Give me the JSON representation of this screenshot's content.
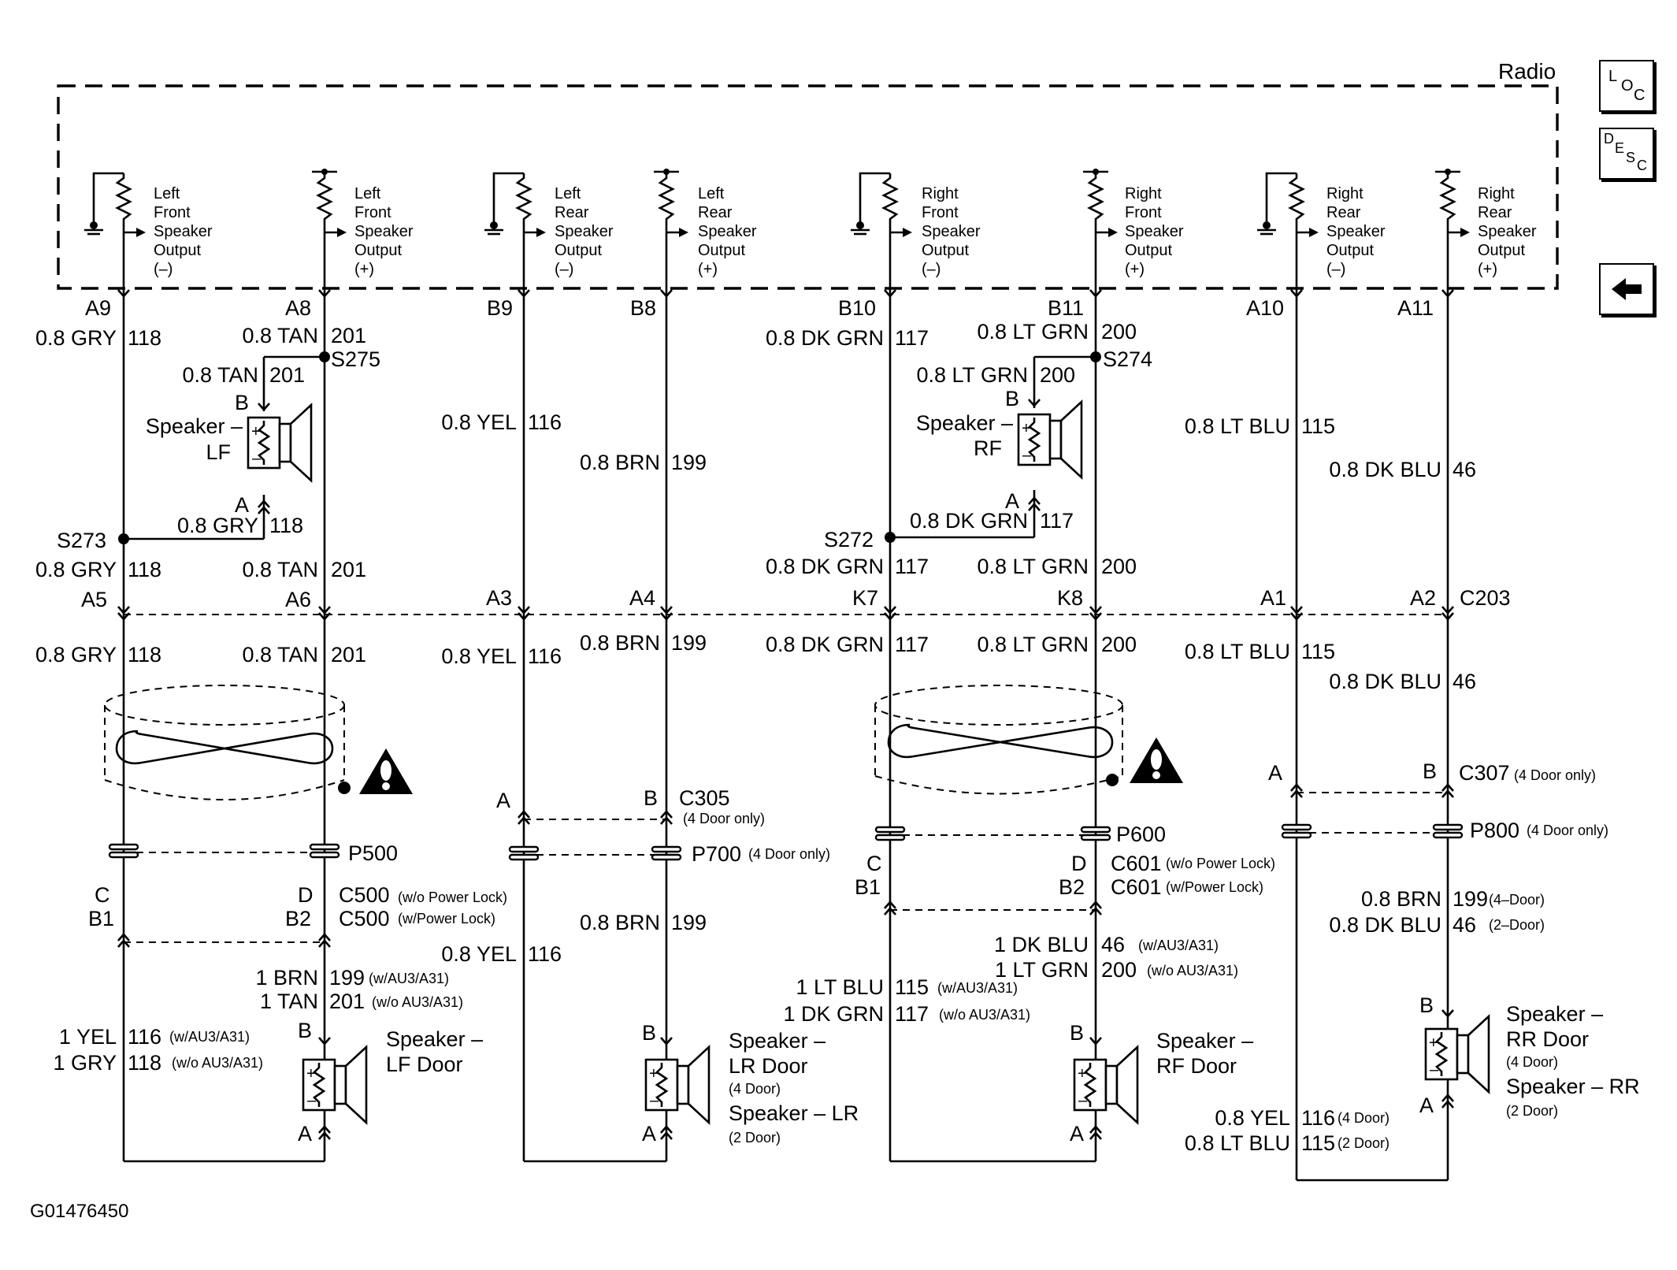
{
  "radio": {
    "title": "Radio"
  },
  "nav": {
    "loc": [
      "L",
      "O",
      "C"
    ],
    "desc": [
      "D",
      "E",
      "S",
      "C"
    ]
  },
  "outputs": [
    [
      "Left",
      "Front",
      "Speaker",
      "Output",
      "(–)"
    ],
    [
      "Left",
      "Front",
      "Speaker",
      "Output",
      "(+)"
    ],
    [
      "Left",
      "Rear",
      "Speaker",
      "Output",
      "(–)"
    ],
    [
      "Left",
      "Rear",
      "Speaker",
      "Output",
      "(+)"
    ],
    [
      "Right",
      "Front",
      "Speaker",
      "Output",
      "(–)"
    ],
    [
      "Right",
      "Front",
      "Speaker",
      "Output",
      "(+)"
    ],
    [
      "Right",
      "Rear",
      "Speaker",
      "Output",
      "(–)"
    ],
    [
      "Right",
      "Rear",
      "Speaker",
      "Output",
      "(+)"
    ]
  ],
  "radio_pins": [
    "A9",
    "A8",
    "B9",
    "B8",
    "B10",
    "B11",
    "A10",
    "A11"
  ],
  "wires_top": [
    [
      "0.8 GRY",
      "118"
    ],
    [
      "0.8 TAN",
      "201"
    ],
    [
      "0.8 YEL",
      "116"
    ],
    [
      "0.8 BRN",
      "199"
    ],
    [
      "0.8 DK GRN",
      "117"
    ],
    [
      "0.8 LT GRN",
      "200"
    ],
    [
      "0.8 LT BLU",
      "115"
    ],
    [
      "0.8 DK BLU",
      "46"
    ]
  ],
  "splices": [
    "S275",
    "S273",
    "S274",
    "S272"
  ],
  "lf_speaker": {
    "branch_top": [
      "0.8 TAN",
      "201"
    ],
    "branch_bottom": [
      "0.8 GRY",
      "118"
    ],
    "name": [
      "Speaker –",
      "LF"
    ],
    "pin_b": "B",
    "pin_a": "A"
  },
  "rf_speaker": {
    "branch_top": [
      "0.8 LT GRN",
      "200"
    ],
    "branch_bottom": [
      "0.8 DK GRN",
      "117"
    ],
    "name": [
      "Speaker –",
      "RF"
    ],
    "pin_b": "B",
    "pin_a": "A"
  },
  "wires_mid": [
    [
      "0.8 GRY",
      "118"
    ],
    [
      "0.8 TAN",
      "201"
    ],
    [
      "0.8 DK GRN",
      "117"
    ],
    [
      "0.8 LT GRN",
      "200"
    ]
  ],
  "c203": {
    "name": "C203",
    "pins": [
      "A5",
      "A6",
      "A3",
      "A4",
      "K7",
      "K8",
      "A1",
      "A2"
    ]
  },
  "wires_below_c203": [
    [
      "0.8 GRY",
      "118"
    ],
    [
      "0.8 TAN",
      "201"
    ],
    [
      "0.8 YEL",
      "116"
    ],
    [
      "0.8 BRN",
      "199"
    ],
    [
      "0.8 DK GRN",
      "117"
    ],
    [
      "0.8 LT GRN",
      "200"
    ],
    [
      "0.8 LT BLU",
      "115"
    ],
    [
      "0.8 DK BLU",
      "46"
    ]
  ],
  "c305": {
    "name": "C305",
    "note": "(4 Door only)",
    "pins": [
      "A",
      "B"
    ]
  },
  "c307": {
    "name": "C307",
    "note": "(4 Door only)",
    "pins": [
      "A",
      "B"
    ]
  },
  "p500": "P500",
  "p700": {
    "name": "P700",
    "note": "(4 Door only)"
  },
  "p600": "P600",
  "p800": {
    "name": "P800",
    "note": "(4 Door only)"
  },
  "c500": {
    "line1": [
      "C500",
      "(w/o Power Lock)"
    ],
    "line2": [
      "C500",
      "(w/Power Lock)"
    ],
    "left_pins": [
      "C",
      "B1"
    ],
    "right_pins": [
      "D",
      "B2"
    ]
  },
  "c601": {
    "line1": [
      "C601",
      "(w/o Power Lock)"
    ],
    "line2": [
      "C601",
      "(w/Power Lock)"
    ],
    "left_pins": [
      "C",
      "B1"
    ],
    "right_pins": [
      "D",
      "B2"
    ]
  },
  "lf_door": {
    "wire_plus": [
      [
        "1 BRN",
        "199",
        "(w/AU3/A31)"
      ],
      [
        "1 TAN",
        "201",
        "(w/o AU3/A31)"
      ]
    ],
    "wire_minus": [
      [
        "1 YEL",
        "116",
        "(w/AU3/A31)"
      ],
      [
        "1 GRY",
        "118",
        "(w/o AU3/A31)"
      ]
    ],
    "name": [
      "Speaker –",
      "LF Door"
    ],
    "pin_b": "B",
    "pin_a": "A"
  },
  "lr_door": {
    "wire_plus": [
      "0.8 BRN",
      "199"
    ],
    "wire_minus": [
      "0.8 YEL",
      "116"
    ],
    "name": [
      "Speaker –",
      "LR Door",
      "(4 Door)",
      "Speaker – LR",
      "(2 Door)"
    ],
    "pin_b": "B",
    "pin_a": "A"
  },
  "rf_door": {
    "wire_plus": [
      [
        "1 DK BLU",
        "46",
        "(w/AU3/A31)"
      ],
      [
        "1 LT GRN",
        "200",
        "(w/o AU3/A31)"
      ]
    ],
    "wire_minus": [
      [
        "1 LT BLU",
        "115",
        "(w/AU3/A31)"
      ],
      [
        "1 DK GRN",
        "117",
        "(w/o AU3/A31)"
      ]
    ],
    "name": [
      "Speaker –",
      "RF Door"
    ],
    "pin_b": "B",
    "pin_a": "A"
  },
  "rr_door": {
    "wire_plus": [
      [
        "0.8 BRN",
        "199",
        "(4–Door)"
      ],
      [
        "0.8 DK BLU",
        "46",
        "(2–Door)"
      ]
    ],
    "wire_minus": [
      [
        "0.8 YEL",
        "116",
        "(4 Door)"
      ],
      [
        "0.8 LT BLU",
        "115",
        "(2 Door)"
      ]
    ],
    "name": [
      "Speaker –",
      "RR Door",
      "(4 Door)",
      "Speaker – RR",
      "(2 Door)"
    ],
    "pin_b": "B",
    "pin_a": "A"
  },
  "figure_id": "G01476450"
}
